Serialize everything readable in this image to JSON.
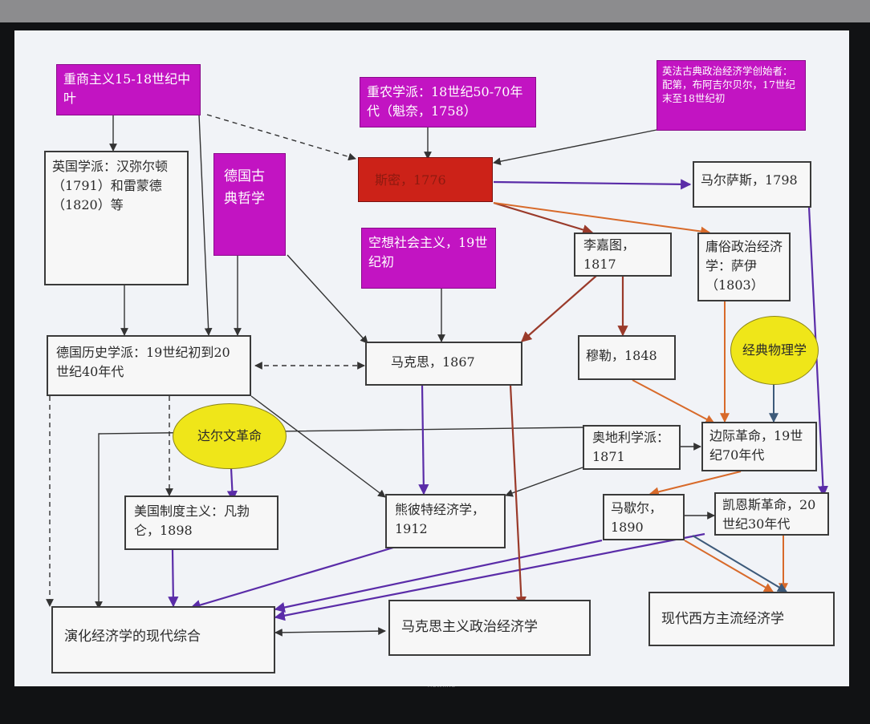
{
  "diagram": {
    "nodes": {
      "mercantilism": "重商主义15-18世纪中叶",
      "physiocrats": "重农学派：18世纪50-70年代（魁奈，1758）",
      "classical_founders": "英法古典政治经济学创始者：配第，布阿吉尔贝尔，17世纪末至18世纪初",
      "british_school": "英国学派：汉弥尔顿（1791）和雷蒙德（1820）等",
      "german_philosophy": "德国古典哲学",
      "smith": "斯密，1776",
      "malthus": "马尔萨斯，1798",
      "utopian_socialism": "空想社会主义，19世纪初",
      "ricardo": "李嘉图，1817",
      "vulgar_economics": "庸俗政治经济学：萨伊（1803）",
      "german_historical": "德国历史学派：19世纪初到20世纪40年代",
      "marx": "马克思，1867",
      "mill": "穆勒，1848",
      "classical_physics": "经典物理学",
      "darwin": "达尔文革命",
      "austrian": "奥地利学派：1871",
      "marginal": "边际革命，19世纪70年代",
      "us_institutionalism": "美国制度主义：凡勃仑，1898",
      "schumpeter": "熊彼特经济学，1912",
      "marshall": "马歇尔，1890",
      "keynes": "凯恩斯革命，20世纪30年代",
      "evolutionary": "演化经济学的现代综合",
      "marxist_pe": "马克思主义政治经济学",
      "mainstream": "现代西方主流经济学"
    },
    "colors": {
      "highlight_magenta": "#c214c2",
      "smith_red": "#cc2218",
      "ellipse_yellow": "#efe619",
      "purple_link": "#5a2ca8",
      "brown_link": "#9a3a2a",
      "orange_link": "#d86a2a",
      "blue_link": "#3d5a7a",
      "black_link": "#333333"
    }
  }
}
